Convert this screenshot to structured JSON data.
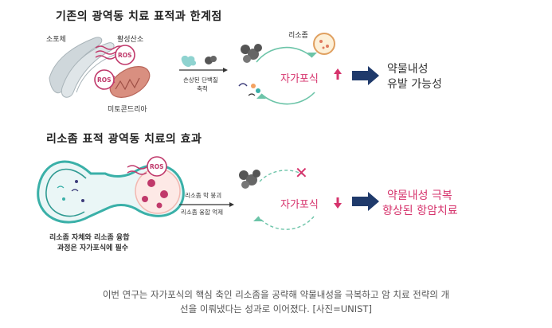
{
  "section1": {
    "title": "기존의 광역동 치료 표적과 한계점",
    "labels": {
      "photosensitizer": "소포체",
      "ros_species": "활성산소",
      "ros_a": "ROS",
      "ros_b": "ROS",
      "mitochondria": "미토콘드리아",
      "damaged_protein_1": "손상된 단백질",
      "damaged_protein_2": "축적",
      "lysosome": "리소좀",
      "autophagy": "자가포식",
      "arrow": "⬆",
      "result_1": "약물내성",
      "result_2": "유발 가능성"
    }
  },
  "section2": {
    "title": "리소좀 표적 광역동 치료의 효과",
    "labels": {
      "ros": "ROS",
      "lysosome_caption_1": "리소좀 자체와 리소좀 융합",
      "lysosome_caption_2": "과정은 자가포식에 필수",
      "step_1": "리소좀 막 붕괴",
      "step_2": "리소좀 융합 억제",
      "autophagy": "자가포식",
      "arrow": "⬇",
      "result_1": "약물내성 극복",
      "result_2": "향상된 항암치료",
      "cross": "✕"
    }
  },
  "caption": {
    "line1": "이번 연구는 자가포식의 핵심 축인 리소좀을 공략해 약물내성을 극복하고 암 치료 전략의 개",
    "line2": "선을 이뤄냈다는 성과로 이어졌다. [사진=UNIST]"
  },
  "colors": {
    "accent_pink": "#d6336c",
    "arrow_navy": "#1f3a6b",
    "teal": "#3ab0a8",
    "ros_pink": "#c0396b",
    "mito": "#c97a6b",
    "er_gray": "#b9c3c8"
  }
}
